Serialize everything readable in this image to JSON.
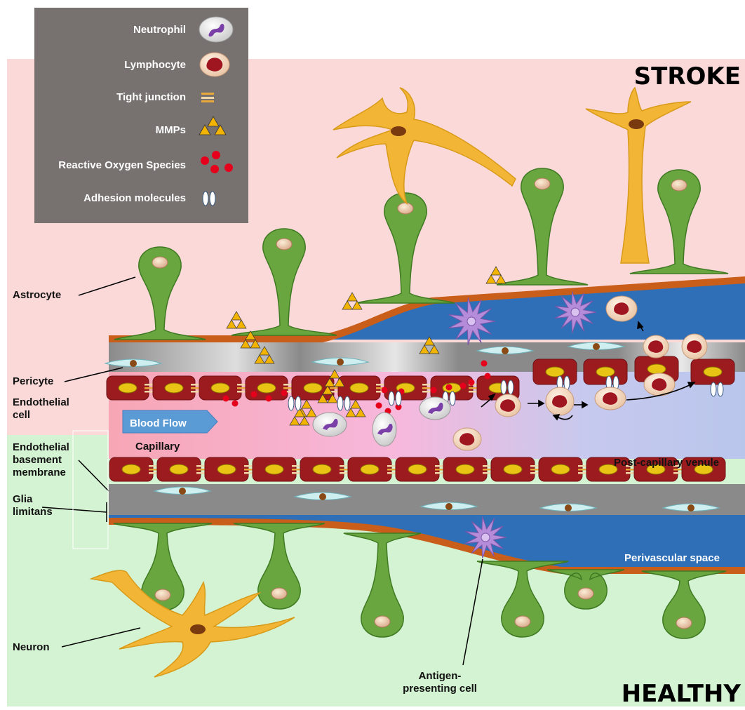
{
  "states": {
    "stroke": "STROKE",
    "healthy": "HEALTHY"
  },
  "legend": {
    "items": [
      {
        "label": "Neutrophil",
        "icon": "neutrophil-icon"
      },
      {
        "label": "Lymphocyte",
        "icon": "lymphocyte-icon"
      },
      {
        "label": "Tight junction",
        "icon": "tight-junction-icon"
      },
      {
        "label": "MMPs",
        "icon": "mmps-icon"
      },
      {
        "label": "Reactive Oxygen Species",
        "icon": "ros-icon"
      },
      {
        "label": "Adhesion molecules",
        "icon": "adhesion-molecules-icon"
      }
    ]
  },
  "labels": {
    "astrocyte": "Astrocyte",
    "pericyte": "Pericyte",
    "endothelial_cell": [
      "Endothelial",
      "cell"
    ],
    "endothelial_basement_membrane": [
      "Endothelial",
      "basement",
      "membrane"
    ],
    "glia_limitans": [
      "Glia",
      "limitans"
    ],
    "neuron": "Neuron",
    "antigen_presenting_cell": [
      "Antigen-",
      "presenting cell"
    ],
    "capillary": "Capillary",
    "post_capillary_venule": "Post-capillary venule",
    "perivascular_space": "Perivascular space",
    "blood_flow": "Blood Flow"
  },
  "colors": {
    "stroke_bg": "#fbd9d9",
    "healthy_bg": "#d4f3d2",
    "legend_bg": "#777170",
    "perivascular": "#2f6fb7",
    "endothelial": "#9c1b1f",
    "endothelial_nucleus": "#e8c414",
    "astrocyte": "#6aa640",
    "neuron": "#f3b535",
    "basement_band": "#8a8a8a",
    "glia_band": "#c85e1a",
    "apc": "#b58cd9",
    "mmp": "#f2b400",
    "ros": "#e5001b",
    "arrow_button": "#5b9bd5"
  }
}
